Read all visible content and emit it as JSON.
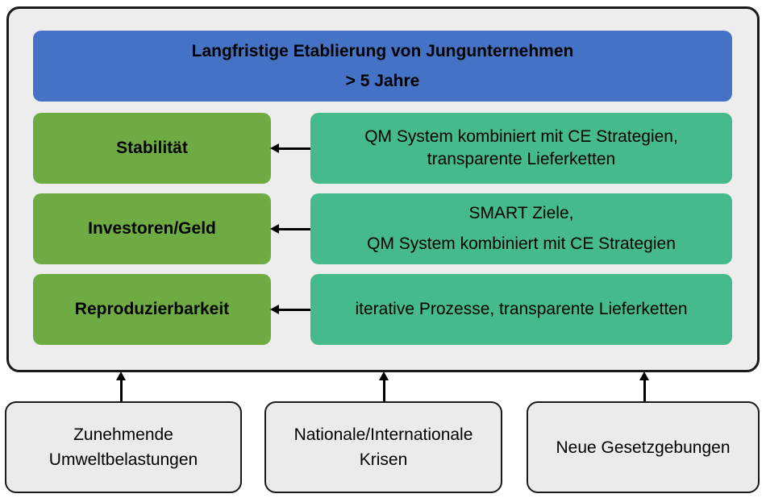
{
  "title": {
    "line1": "Langfristige Etablierung von Jungunternehmen",
    "line2": "> 5 Jahre"
  },
  "goals": [
    {
      "label": "Stabilität",
      "measures": [
        "QM System kombiniert mit CE Strategien,",
        "transparente Lieferketten"
      ]
    },
    {
      "label": "Investoren/Geld",
      "measures": [
        "SMART Ziele,",
        "QM System kombiniert mit CE Strategien"
      ]
    },
    {
      "label": "Reproduzierbarkeit",
      "measures": [
        "iterative Prozesse, transparente Lieferketten"
      ]
    }
  ],
  "external_factors": [
    {
      "lines": [
        "Zunehmende",
        "Umweltbelastungen"
      ]
    },
    {
      "lines": [
        "Nationale/Internationale",
        "Krisen"
      ]
    },
    {
      "lines": [
        "Neue Gesetzgebungen"
      ]
    }
  ],
  "colors": {
    "title_box": "#4472C4",
    "goal_box": "#6EAC43",
    "measure_box": "#45BA8C",
    "panel_background": "#EDEDED",
    "factor_background": "#EBEBEB",
    "border": "#1A1A1A",
    "arrow": "#000000",
    "page_background": "#FFFFFF"
  }
}
